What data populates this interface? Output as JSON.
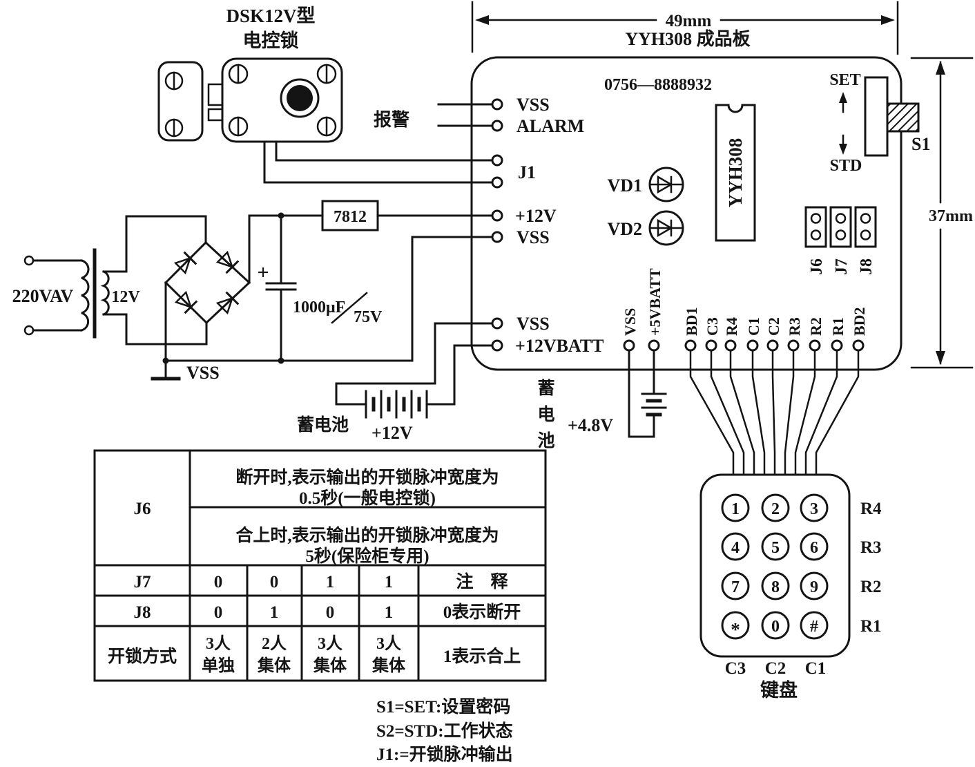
{
  "lock": {
    "model": "DSK12V型",
    "name": "电控锁"
  },
  "alarm_label": "报警",
  "power": {
    "mains": "220VAV",
    "secondary": "12V",
    "regulator": "7812",
    "cap_value": "1000μF",
    "cap_voltage": "75V",
    "plus": "+",
    "ground": "VSS"
  },
  "battery12": {
    "name": "蓄电池",
    "voltage": "+12V"
  },
  "battery48": {
    "char1": "蓄",
    "char2": "电",
    "char3": "池",
    "voltage": "+4.8V"
  },
  "board": {
    "dim_width": "49mm",
    "dim_height": "37mm",
    "title": "YYH308 成品板",
    "phone": "0756—8888932",
    "chip": "YYH308",
    "switch": {
      "set": "SET",
      "std": "STD",
      "label": "S1"
    },
    "left_pins": [
      "VSS",
      "ALARM",
      "J1",
      "+12V",
      "VSS",
      "VSS",
      "+12VBATT"
    ],
    "leds": [
      "VD1",
      "VD2"
    ],
    "jumpers": [
      "J6",
      "J7",
      "J8"
    ],
    "bottom_pins": [
      "VSS",
      "+5VBATT",
      "BD1",
      "C3",
      "R4",
      "C1",
      "C2",
      "R3",
      "R2",
      "R1",
      "BD2"
    ]
  },
  "keypad": {
    "title": "键盘",
    "keys": [
      "1",
      "2",
      "3",
      "4",
      "5",
      "6",
      "7",
      "8",
      "9",
      "*",
      "0",
      "#"
    ],
    "rows": [
      "R4",
      "R3",
      "R2",
      "R1"
    ],
    "cols": [
      "C3",
      "C2",
      "C1"
    ]
  },
  "table": {
    "j6": "J6",
    "j6_open_line1": "断开时,表示输出的开锁脉冲宽度为",
    "j6_open_line2": "0.5秒(一般电控锁)",
    "j6_close_line1": "合上时,表示输出的开锁脉冲宽度为",
    "j6_close_line2": "5秒(保险柜专用)",
    "j7": "J7",
    "j7_vals": [
      "0",
      "0",
      "1",
      "1"
    ],
    "j7_note": "注　释",
    "j8": "J8",
    "j8_vals": [
      "0",
      "1",
      "0",
      "1"
    ],
    "j8_note": "0表示断开",
    "mode_label": "开锁方式",
    "mode_vals": [
      [
        "3人",
        "单独"
      ],
      [
        "2人",
        "集体"
      ],
      [
        "3人",
        "集体"
      ],
      [
        "3人",
        "集体"
      ]
    ],
    "mode_note": "1表示合上"
  },
  "notes": [
    "S1=SET:设置密码",
    "S2=STD:工作状态",
    "J1:=开锁脉冲输出"
  ]
}
